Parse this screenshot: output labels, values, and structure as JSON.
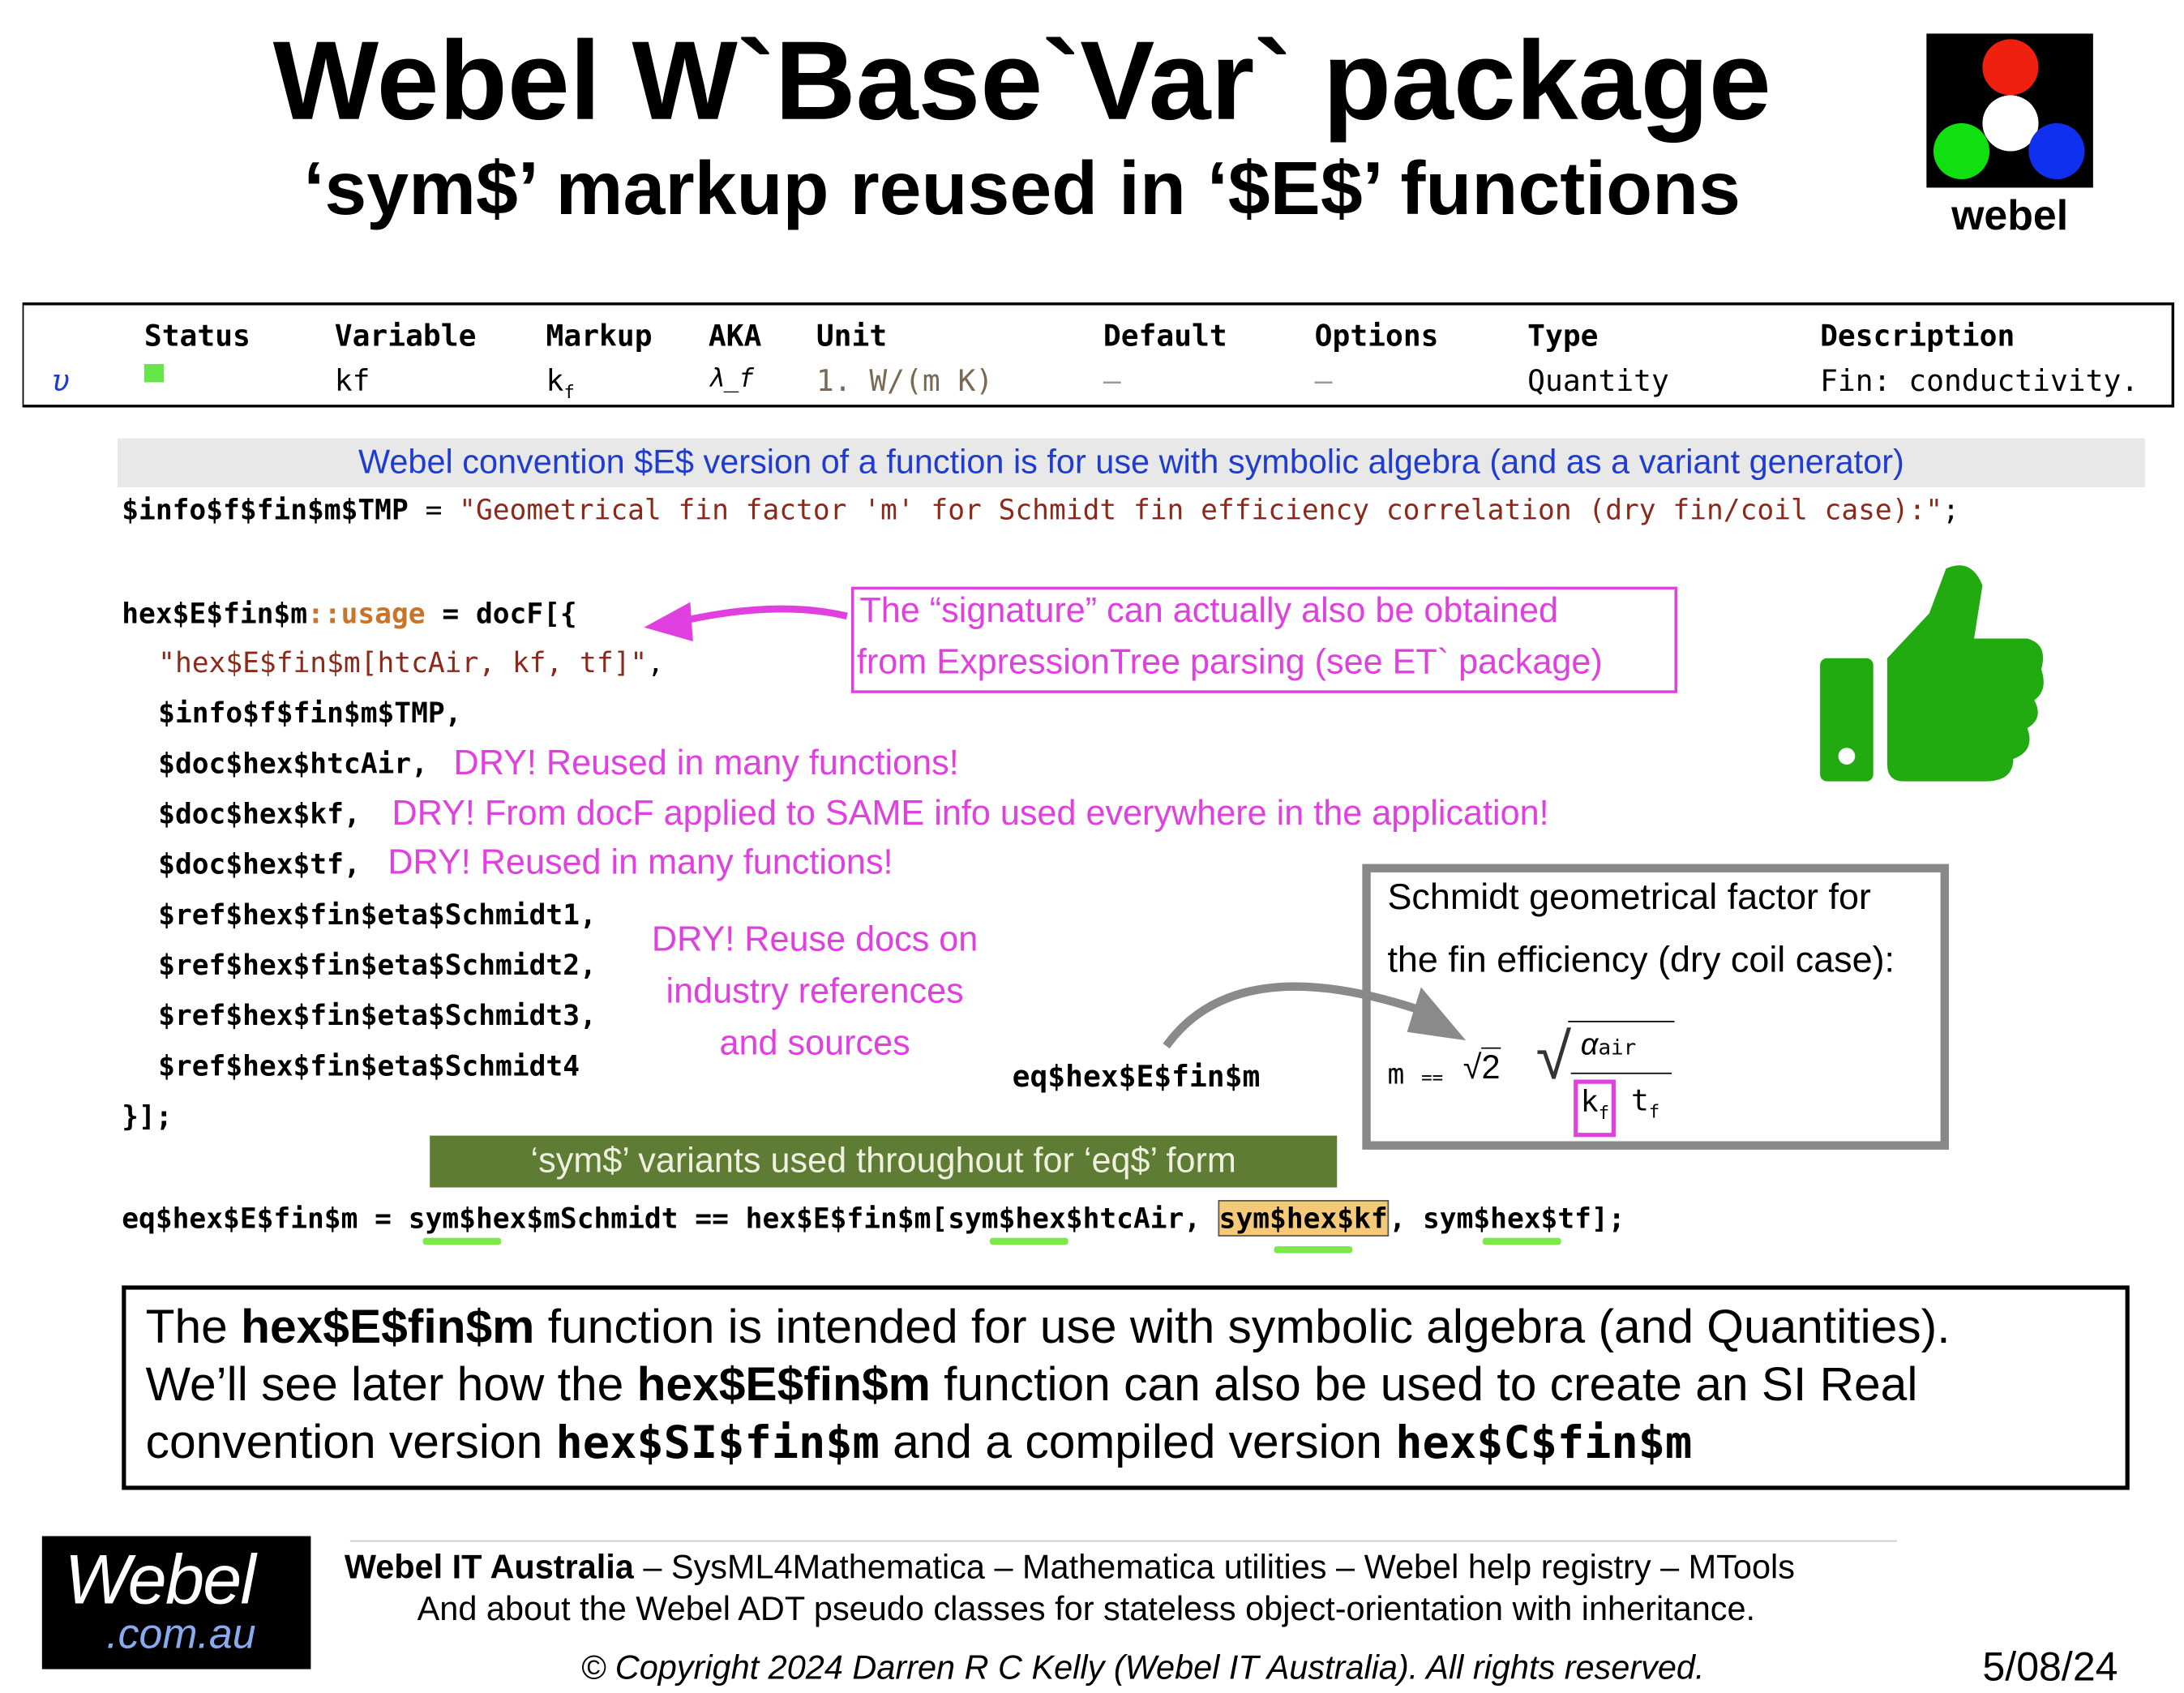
{
  "header": {
    "title": "Webel W`Base`Var` package",
    "subtitle": "‘sym$’ markup reused in ‘$E$’ functions",
    "logo_text": "webel"
  },
  "table": {
    "headers": [
      "Status",
      "Variable",
      "Markup",
      "AKA",
      "Unit",
      "Default",
      "Options",
      "Type",
      "Description"
    ],
    "row": {
      "marker": "υ",
      "status_color": "#66e64a",
      "variable": "kf",
      "markup": "k_f",
      "aka": "λ_f",
      "unit": "1. W/(m K)",
      "default": "–",
      "options": "–",
      "type": "Quantity",
      "description": "Fin: conductivity."
    }
  },
  "band_text": "Webel convention $E$ version of a function is for use with symbolic algebra (and as a variant generator)",
  "code": {
    "info_line_var": "$info$f$fin$m$TMP",
    "info_line_eq": " = ",
    "info_line_str": "\"Geometrical fin factor 'm' for Schmidt fin efficiency correlation (dry fin/coil case):\"",
    "info_line_end": ";",
    "usage_head": "hex$E$fin$m",
    "usage_kw": "::usage",
    "usage_tail": " = docF[{",
    "sig": "\"hex$E$fin$m[htcAir, kf, tf]\"",
    "sig_end": ",",
    "lines": [
      "$info$f$fin$m$TMP,",
      "$doc$hex$htcAir,",
      "$doc$hex$kf,",
      "$doc$hex$tf,",
      "$ref$hex$fin$eta$Schmidt1,",
      "$ref$hex$fin$eta$Schmidt2,",
      "$ref$hex$fin$eta$Schmidt3,",
      "$ref$hex$fin$eta$Schmidt4"
    ],
    "close": "}];",
    "eq_label": "eq$hex$E$fin$m",
    "eq_parts": [
      "eq$hex$E$fin$m = ",
      "sym$hex$mSchmidt",
      " == hex$E$fin$m[",
      "sym$hex$htcAir",
      ", ",
      "sym$hex$kf",
      ", ",
      "sym$hex$tf",
      "];"
    ]
  },
  "notes": {
    "signature": [
      "The “signature” can actually  also be obtained",
      "from ExpressionTree parsing (see ET` package)"
    ],
    "dry1": "DRY! Reused in many functions!",
    "dry2": "DRY! From docF applied to SAME info used everywhere in the application!",
    "dry3": "DRY! Reused in many functions!",
    "dry_refs": [
      "DRY! Reuse docs on",
      "industry references",
      "and sources"
    ],
    "sym_band": "‘sym$’ variants used throughout for ‘eq$’ form"
  },
  "schmidt": {
    "lines": [
      "Schmidt geometrical factor for",
      "the fin efficiency (dry coil case):"
    ],
    "lhs": "m",
    "op": "==",
    "sqrt2": "2",
    "num": "α",
    "num_sub": "air",
    "den1": "k",
    "den1_sub": "f",
    "den2": "t",
    "den2_sub": "f"
  },
  "summary": {
    "l1": [
      "The ",
      "hex$E$fin$m",
      " function is intended for use with symbolic algebra (and Quantities)."
    ],
    "l2": [
      "We’ll see later how the ",
      "hex$E$fin$m",
      " function can also be used to create an SI Real"
    ],
    "l3": [
      "convention version ",
      "hex$SI$fin$m",
      "  and a compiled version ",
      "hex$C$fin$m"
    ]
  },
  "footer": {
    "logo_top": "Webel",
    "logo_bottom": ".com.au",
    "company": "Webel IT Australia",
    "line1_rest": " – SysML4Mathematica – Mathematica utilities – Webel help registry – MTools",
    "line2": "And about the Webel ADT pseudo classes for stateless object-orientation with inheritance.",
    "copyright": "© Copyright 2024 Darren R C Kelly (Webel IT Australia). All rights reserved.",
    "date": "5/08/24"
  },
  "colors": {
    "pink": "#e040e0",
    "blue": "#1f3cd1",
    "green": "#22aa11",
    "band_green": "#5e7c34"
  }
}
